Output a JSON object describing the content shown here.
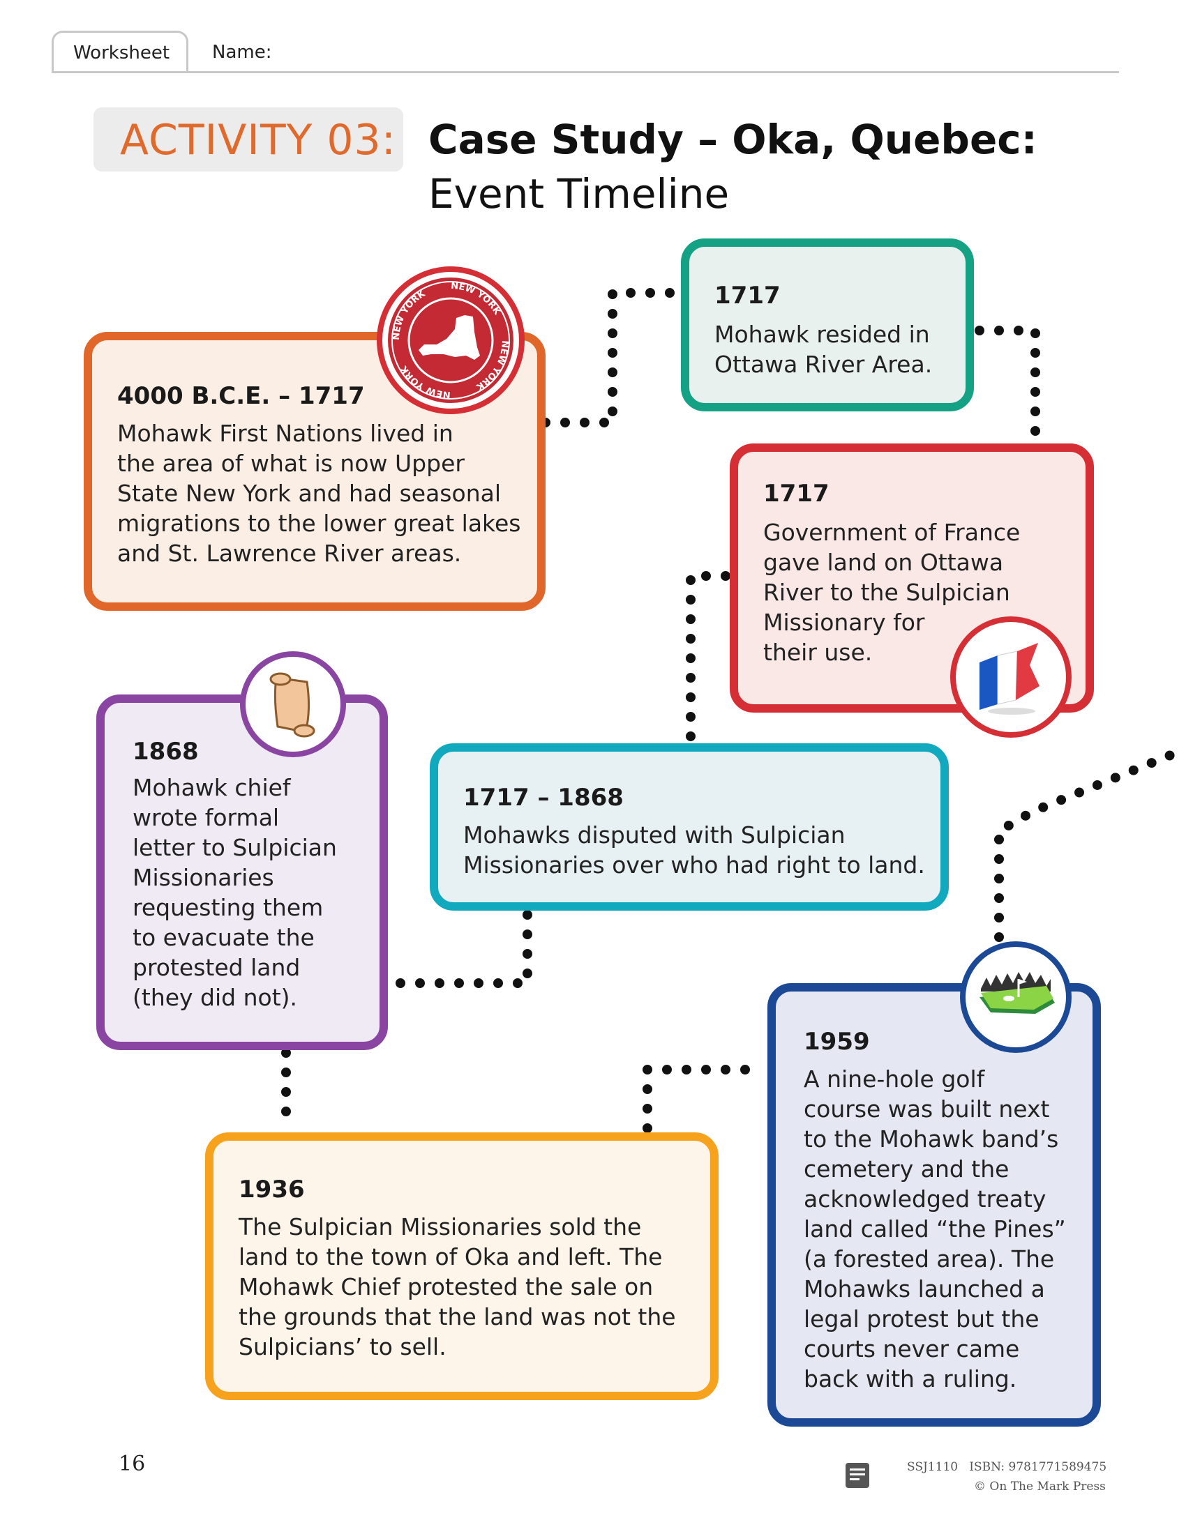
{
  "header": {
    "tab_label": "Worksheet",
    "name_label": "Name:"
  },
  "title": {
    "activity": "ACTIVITY 03:",
    "line1": "Case Study – Oka, Quebec:",
    "line2": "Event Timeline"
  },
  "events": [
    {
      "date": "4000 B.C.E. – 1717",
      "lines": [
        "Mohawk First Nations lived in",
        "the area of what is now Upper",
        "State New York and had seasonal",
        "migrations to the lower great lakes",
        "and St. Lawrence River areas."
      ]
    },
    {
      "date": "1717",
      "lines": [
        "Mohawk resided in",
        "Ottawa River Area."
      ]
    },
    {
      "date": "1717",
      "lines": [
        "Government of France",
        "gave land on Ottawa",
        "River to the Sulpician",
        "Missionary for",
        "their use."
      ]
    },
    {
      "date": "1717 – 1868",
      "lines": [
        "Mohawks disputed with Sulpician",
        "Missionaries over who had right to land."
      ]
    },
    {
      "date": "1868",
      "lines": [
        "Mohawk chief",
        "wrote formal",
        "letter to Sulpician",
        "Missionaries",
        "requesting them",
        "to evacuate the",
        "protested land",
        "(they did not)."
      ]
    },
    {
      "date": "1936",
      "lines": [
        "The Sulpician Missionaries sold the",
        "land to the town of Oka and left. The",
        "Mohawk Chief protested the sale on",
        "the grounds that the land was not the",
        "Sulpicians’ to sell."
      ]
    },
    {
      "date": "1959",
      "lines": [
        "A nine-hole golf",
        "course was built next",
        "to the Mohawk band’s",
        "cemetery and the",
        "acknowledged treaty",
        "land called “the Pines”",
        "(a forested area). The",
        "Mohawks launched a",
        "legal protest but the",
        "courts never came",
        "back with a ruling."
      ]
    }
  ],
  "stamp_text": "NEW YORK",
  "footer": {
    "page_number": "16",
    "code": "SSJ1110   ISBN: 9781771589475",
    "copyright": "© On The Mark Press"
  },
  "colors": {
    "orange": "#e0662a",
    "teal": "#14a184",
    "red": "#d52e35",
    "cyan": "#11a9be",
    "purple": "#8a45a2",
    "gold": "#f6a21d",
    "navy": "#1c4996"
  }
}
